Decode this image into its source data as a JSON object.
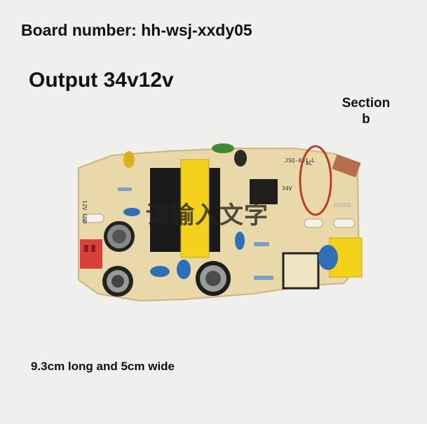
{
  "captions": {
    "board_number": "Board number: hh-wsj-xxdy05",
    "output": "Output 34v12v",
    "section_line1": "Section",
    "section_line2": "b",
    "dimensions": "9.3cm long and 5cm wide"
  },
  "overlay_text": "请输入文字",
  "pcb_silkscreen": {
    "board_code": "JSQ-A01-L",
    "label_12v_gnd": "12V GND",
    "label_ac": "AC",
    "label_34v": "34V"
  },
  "colors": {
    "background": "#efefed",
    "pcb": "#e8d6a8",
    "highlight_circle": "#c0392b",
    "transformer": "#f2d21c",
    "connector": "#d8403a"
  }
}
